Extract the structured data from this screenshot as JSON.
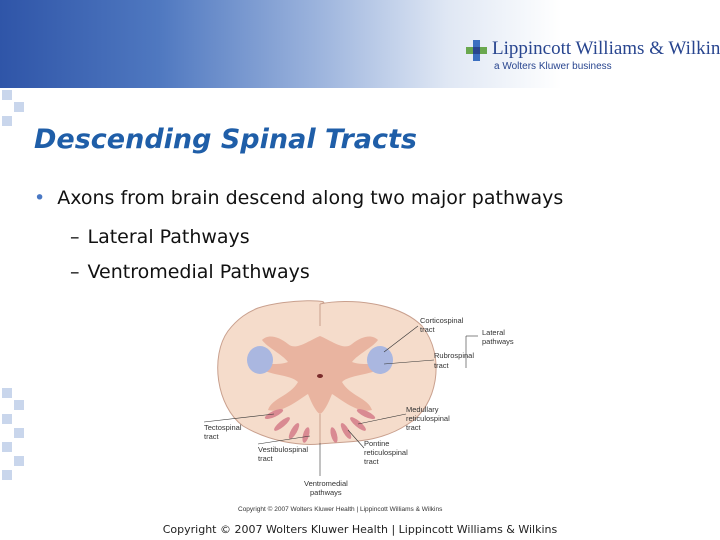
{
  "header": {
    "logo_name": "Lippincott Williams & Wilkins",
    "logo_tagline": "a Wolters Kluwer business",
    "banner_color": "#2f55a8"
  },
  "slide": {
    "title": "Descending Spinal Tracts",
    "bullet": "Axons from brain descend along two major pathways",
    "subpoints": [
      "Lateral Pathways",
      "Ventromedial Pathways"
    ]
  },
  "figure": {
    "labels": {
      "corticospinal": [
        "Corticospinal",
        "tract"
      ],
      "lateral": [
        "Lateral",
        "pathways"
      ],
      "rubrospinal": [
        "Rubrospinal",
        "tract"
      ],
      "tectospinal": [
        "Tectospinal",
        "tract"
      ],
      "medullary": [
        "Medullary",
        "reticulospinal",
        "tract"
      ],
      "vestibulospinal": [
        "Vestibulospinal",
        "tract"
      ],
      "pontine": [
        "Pontine",
        "reticulospinal",
        "tract"
      ],
      "ventromedial": [
        "Ventromedial",
        "pathways"
      ]
    },
    "caption": "Copyright © 2007 Wolters Kluwer Health | Lippincott Williams & Wilkins",
    "colors": {
      "white_matter": "#f5dccb",
      "gray_matter": "#e9b4a0",
      "lateral_tract": "#aab7e0",
      "ventromedial_tract": "#d98a92"
    }
  },
  "footer": {
    "copyright": "Copyright © 2007 Wolters Kluwer Health | Lippincott Williams & Wilkins"
  }
}
